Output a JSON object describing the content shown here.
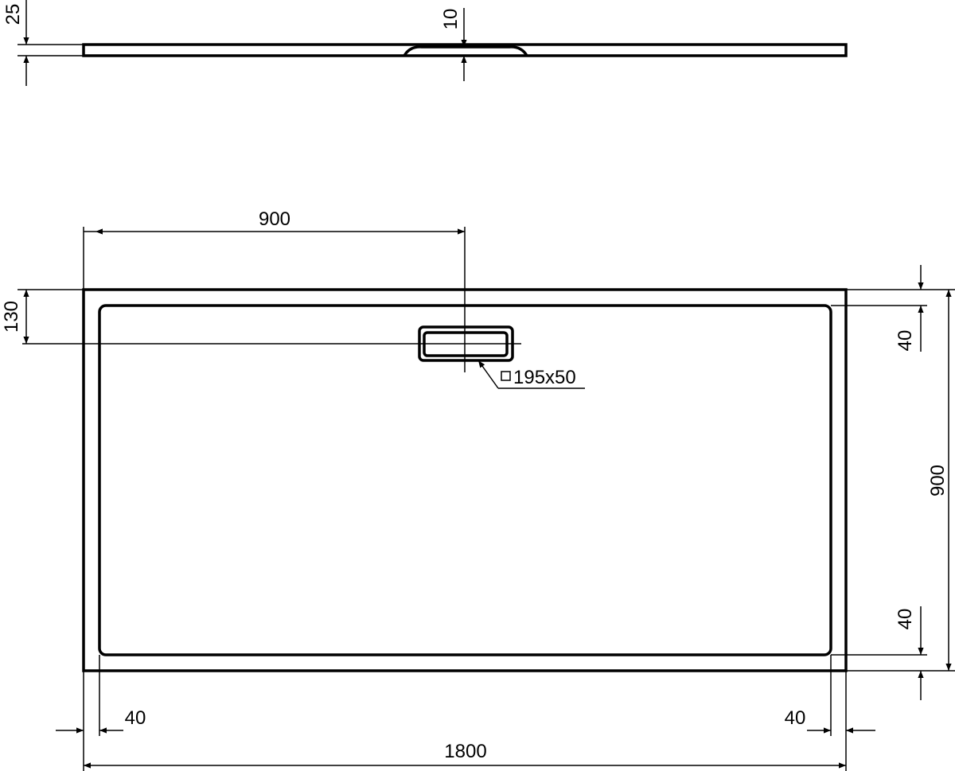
{
  "side_view": {
    "thickness_label": "25",
    "drain_depth_label": "10"
  },
  "plan_view": {
    "drain_offset_label": "900",
    "drain_from_top_label": "130",
    "drain_size_label": "195x50",
    "rim_top_label": "40",
    "rim_bottom_label": "40",
    "rim_left_label": "40",
    "rim_right_label": "40",
    "width_label": "900",
    "length_label": "1800"
  },
  "colors": {
    "line": "#000000",
    "background": "#ffffff"
  }
}
